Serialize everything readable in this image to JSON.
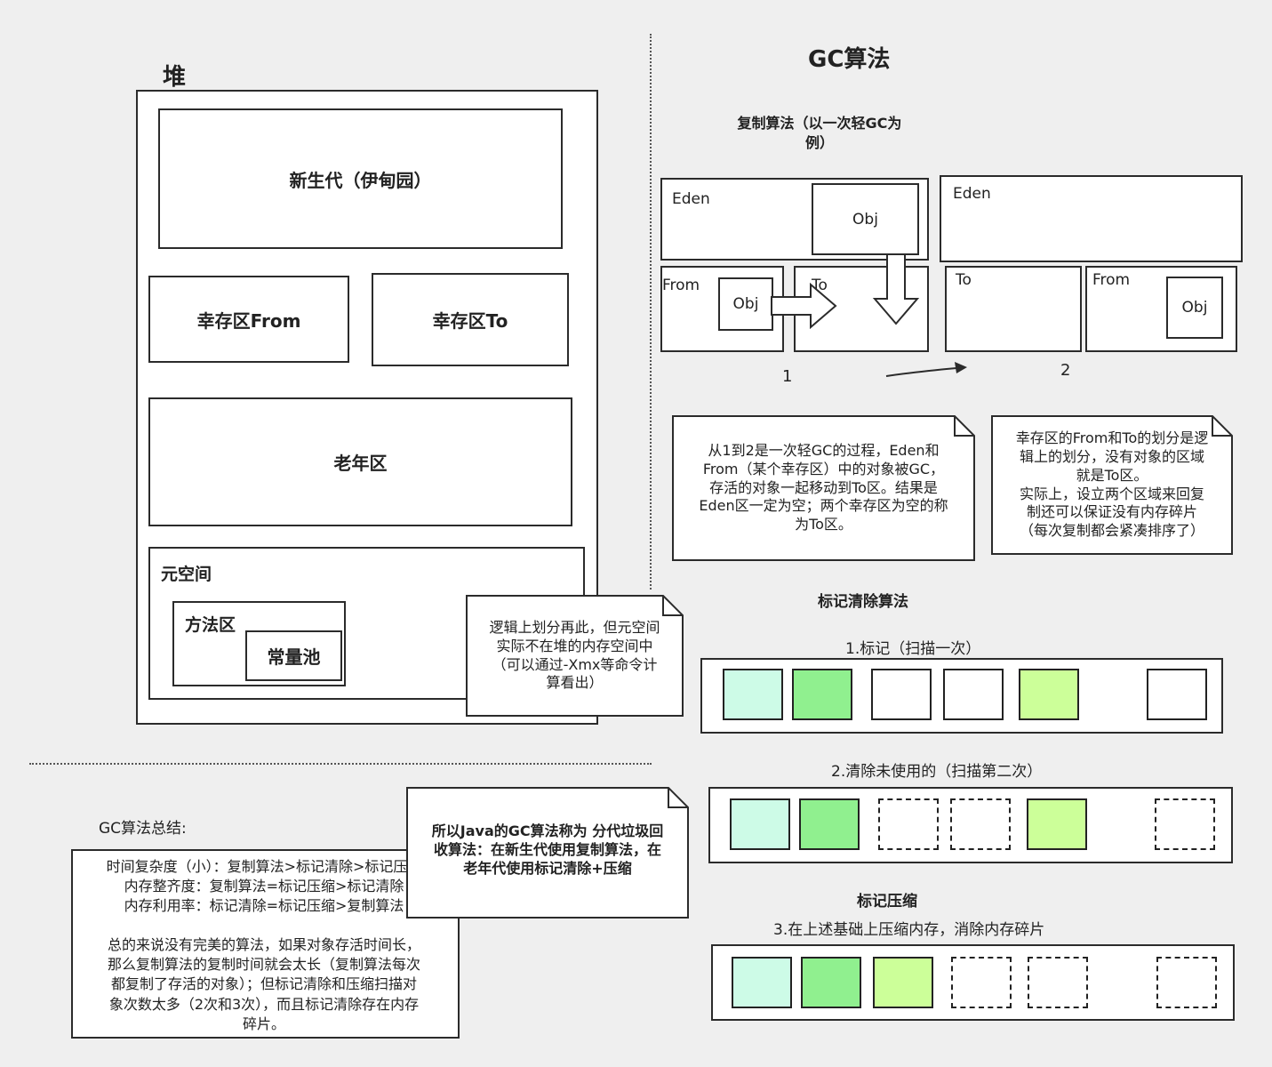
{
  "heap": {
    "title": "堆",
    "young": "新生代（伊甸园）",
    "survivor_from": "幸存区From",
    "survivor_to": "幸存区To",
    "old": "老年区",
    "metaspace": "元空间",
    "method_area": "方法区",
    "constant_pool": "常量池",
    "note": "逻辑上划分再此，但元空间\n实际不在堆的内存空间中\n（可以通过-Xmx等命令计\n算看出）"
  },
  "gc": {
    "title": "GC算法",
    "copy_title": "复制算法（以一次轻GC为\n例）",
    "stage1": {
      "eden": "Eden",
      "obj_eden": "Obj",
      "from": "From",
      "obj_from": "Obj",
      "to": "To",
      "label": "1"
    },
    "stage2": {
      "eden": "Eden",
      "to": "To",
      "from": "From",
      "obj_from": "Obj",
      "label": "2"
    },
    "note_left": "从1到2是一次轻GC的过程，Eden和\nFrom（某个幸存区）中的对象被GC，\n存活的对象一起移动到To区。结果是\nEden区一定为空；两个幸存区为空的称\n为To区。",
    "note_right": "幸存区的From和To的划分是逻\n辑上的划分，没有对象的区域\n就是To区。\n实际上，设立两个区域来回复\n制还可以保证没有内存碎片\n（每次复制都会紧凑排序了）",
    "mark_sweep_title": "标记清除算法",
    "step1": "1.标记（扫描一次）",
    "step2": "2.清除未使用的（扫描第二次）",
    "mark_compact_title": "标记压缩",
    "step3": "3.在上述基础上压缩内存，消除内存碎片"
  },
  "summary": {
    "title": "GC算法总结:",
    "body": "时间复杂度（小）：复制算法>标记清除>标记压缩\n内存整齐度：复制算法=标记压缩>标记清除\n内存利用率：标记清除=标记压缩>复制算法\n\n总的来说没有完美的算法，如果对象存活时间长，\n那么复制算法的复制时间就会太长（复制算法每次\n都复制了存活的对象）；但标记清除和压缩扫描对\n象次数太多（2次和3次），而且标记清除存在内存\n碎片。",
    "conclusion": "所以Java的GC算法称为 分代垃圾回\n收算法：在新生代使用复制算法，在\n老年代使用标记清除+压缩"
  },
  "colors": {
    "light_mint": "#cdfbe7",
    "green": "#90f08f",
    "lime": "#ccff99",
    "white": "#ffffff"
  },
  "blocks": {
    "row1": [
      "light_mint",
      "green",
      "white",
      "white",
      "lime",
      "empty",
      "white"
    ],
    "row2": [
      "light_mint",
      "green",
      "dashed",
      "dashed",
      "lime",
      "empty",
      "dashed"
    ],
    "row3": [
      "light_mint",
      "green",
      "lime",
      "dashed",
      "dashed",
      "empty",
      "dashed"
    ]
  }
}
